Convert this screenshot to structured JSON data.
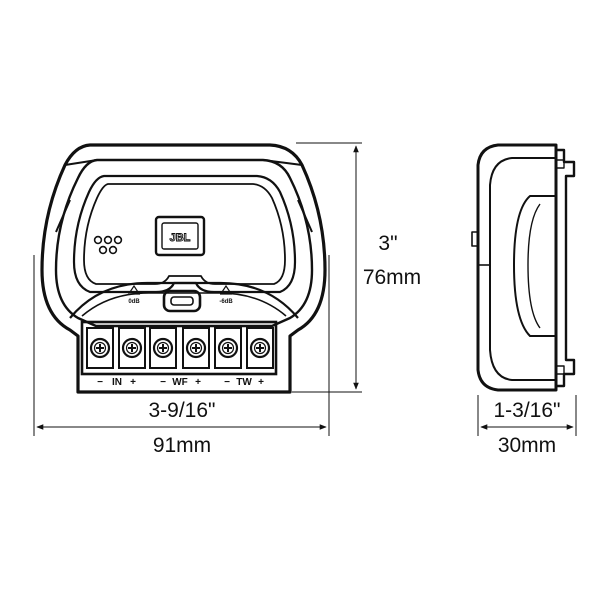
{
  "logo": {
    "brand": "JBL"
  },
  "controls": {
    "left_level": "0dB",
    "right_level": "-6dB"
  },
  "terminals": {
    "in_label": "IN",
    "wf_label": "WF",
    "tw_label": "TW",
    "minus": "−",
    "plus": "+"
  },
  "dimensions": {
    "front_height_in": "3\"",
    "front_height_mm": "76mm",
    "front_width_in": "3-9/16\"",
    "front_width_mm": "91mm",
    "side_depth_in": "1-3/16\"",
    "side_depth_mm": "30mm"
  },
  "colors": {
    "line": "#111111",
    "background": "#ffffff"
  }
}
